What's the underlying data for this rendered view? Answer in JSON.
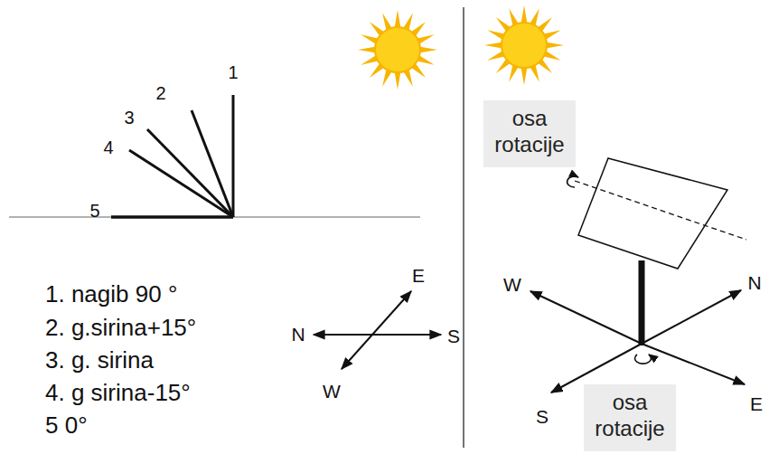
{
  "diagram": {
    "nodes": [
      {
        "text": [
          "osa rotacije"
        ]
      },
      {
        "text": [
          "osa rotacije"
        ]
      }
    ],
    "labels": [
      "1",
      "2",
      "3",
      "4",
      "5",
      "1. nagib 90 °",
      "2. g.sirina+15°",
      "3. g. sirina",
      "4. g sirina-15°",
      "5 0°",
      "E",
      "N",
      "S",
      "W",
      "W",
      "N",
      "S",
      "E"
    ]
  }
}
